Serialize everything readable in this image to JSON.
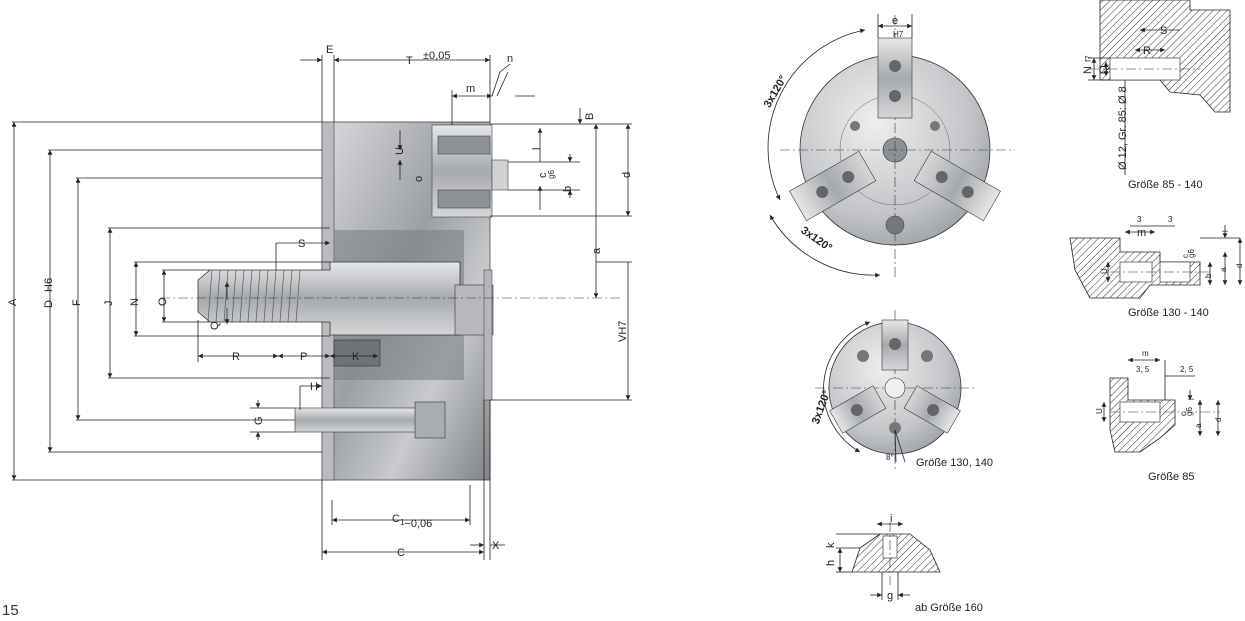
{
  "page_number": "15",
  "main_view": {
    "tol_top": "±0,05",
    "labels": {
      "E": "E",
      "T": "T",
      "n": "n",
      "m": "m",
      "B": "B",
      "U": "U",
      "l": "l",
      "c": "c",
      "g6": "g6",
      "o": "o",
      "b": "b",
      "d": "d",
      "a": "a",
      "S": "S",
      "A": "A",
      "D": "D",
      "H6": "H6",
      "F": "F",
      "J": "J",
      "N": "N",
      "O": "O",
      "Q": "Q",
      "R": "R",
      "P": "P",
      "K": "K",
      "VH7": "VH7",
      "H": "H",
      "G": "G",
      "C1": "C",
      "C1_sub": "1",
      "C1_tol": "−0,06",
      "C": "C",
      "X": "X"
    }
  },
  "front_view_large": {
    "angle_top": "3x120°",
    "angle_bottom": "3x120°",
    "e": "e",
    "H7": "H7"
  },
  "front_view_small": {
    "angle": "3x120°",
    "eight_deg": "8°",
    "caption": "Größe 130, 140"
  },
  "section_160": {
    "i": "i",
    "h": "h",
    "k": "k",
    "g": "g",
    "caption": "ab Größe 160"
  },
  "detail_85_140": {
    "S": "S",
    "R": "R",
    "N": "N",
    "f7": "f7",
    "Q": "Q",
    "bore": "Ø 12, Gr. 85: Ø 8",
    "caption": "Größe 85 - 140"
  },
  "detail_130_140": {
    "three_a": "3",
    "three_b": "3",
    "m": "m",
    "l": "l",
    "c": "c",
    "g6": "g6",
    "b": "b",
    "a": "a",
    "d": "d",
    "U": "U",
    "caption": "Größe 130 - 140"
  },
  "detail_85": {
    "m": "m",
    "three_five": "3, 5",
    "two_five": "2, 5",
    "U": "U",
    "l": "l",
    "c": "c",
    "g6": "g6",
    "a": "a",
    "d": "d",
    "caption": "Größe 85"
  }
}
